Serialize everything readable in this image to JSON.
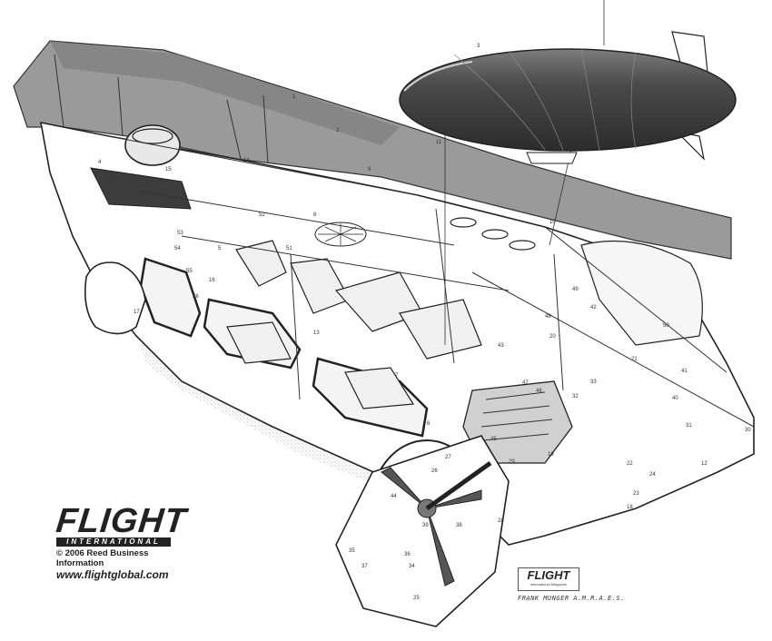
{
  "logo": {
    "name": "FLIGHT",
    "tagline": "INTERNATIONAL",
    "copyright": "© 2006 Reed Business Information",
    "url": "www.flightglobal.com"
  },
  "stamp": {
    "name": "FLIGHT",
    "sub": "international Magazine"
  },
  "signature": "FRANK MUNGER A.M.R.A.E.S.",
  "callouts": [
    "1",
    "2",
    "3",
    "4",
    "5",
    "6",
    "7",
    "8",
    "9",
    "10",
    "11",
    "12",
    "13",
    "14",
    "15",
    "16",
    "17",
    "18",
    "19",
    "20",
    "21",
    "22",
    "23",
    "24",
    "25",
    "26",
    "27",
    "28",
    "29",
    "30",
    "31",
    "32",
    "33",
    "34",
    "35",
    "36",
    "37",
    "38",
    "39",
    "40",
    "41",
    "42",
    "43",
    "44",
    "45",
    "46",
    "47",
    "48",
    "49",
    "50",
    "51",
    "52",
    "53",
    "54",
    "55",
    "56",
    "57"
  ],
  "colors": {
    "ink": "#222222",
    "envelope_dark": "#3a3a3a",
    "envelope_mid": "#6b6b6b",
    "envelope_light": "#a8a8a8",
    "gray_panel": "#9a9a9a",
    "shadow": "#c8c8c8"
  }
}
